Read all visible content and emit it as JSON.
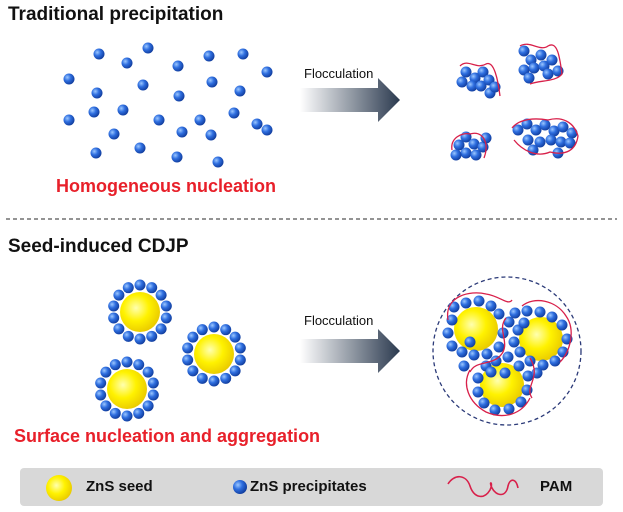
{
  "top_section": {
    "title": "Traditional precipitation",
    "label": "Homogeneous nucleation",
    "arrow_label": "Flocculation"
  },
  "bottom_section": {
    "title": "Seed-induced CDJP",
    "label": "Surface nucleation and aggregation",
    "arrow_label": "Flocculation"
  },
  "legend": {
    "seed": "ZnS seed",
    "precipitates": "ZnS precipitates",
    "pam": "PAM"
  },
  "colors": {
    "seed_yellow": "#f5e400",
    "precipitate_blue": "#1f5fd1",
    "pam_red": "#d8204a",
    "label_red": "#e8202a"
  }
}
